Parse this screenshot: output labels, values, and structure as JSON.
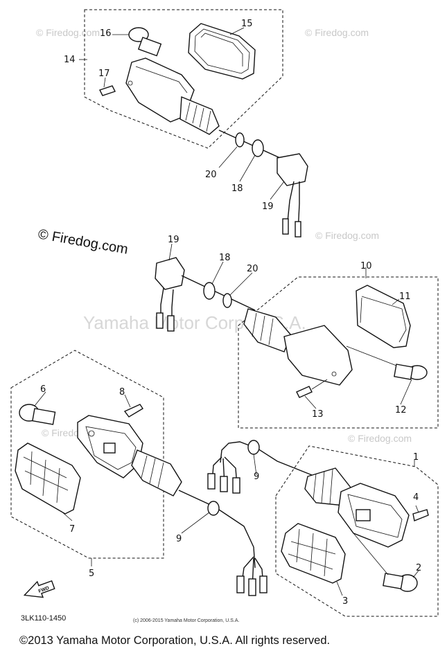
{
  "watermarks": {
    "firedog_small": "© Firedog.com",
    "firedog_large": "© Firedog.com",
    "yamaha_center": "Yamaha Motor Corp. U.S.A."
  },
  "callouts": {
    "n1": "1",
    "n2": "2",
    "n3": "3",
    "n4": "4",
    "n5": "5",
    "n6": "6",
    "n7": "7",
    "n8": "8",
    "n9a": "9",
    "n9b": "9",
    "n10": "10",
    "n11": "11",
    "n12": "12",
    "n13": "13",
    "n14": "14",
    "n15": "15",
    "n16": "16",
    "n17": "17",
    "n18a": "18",
    "n18b": "18",
    "n19a": "19",
    "n19b": "19",
    "n20a": "20",
    "n20b": "20"
  },
  "diagram_code": "3LK110-1450",
  "fwd_label": "FWD",
  "small_copyright": "(c) 2006-2015 Yamaha Motor Corporation, U.S.A.",
  "footer_copyright": "©2013 Yamaha Motor Corporation, U.S.A. All rights reserved."
}
